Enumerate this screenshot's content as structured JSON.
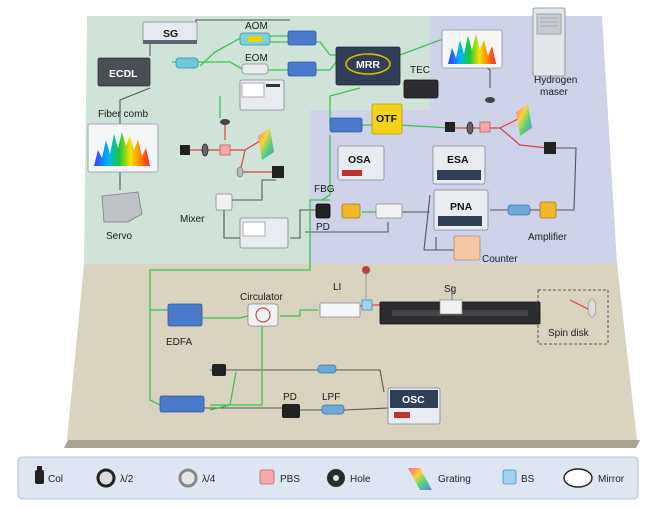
{
  "labels": {
    "sg": "SG",
    "aom": "AOM",
    "ecdl": "ECDL",
    "eom": "EOM",
    "mrr": "MRR",
    "tec": "TEC",
    "hydrogen_maser_1": "Hydrogen",
    "hydrogen_maser_2": "maser",
    "fiber_comb": "Fiber comb",
    "otf": "OTF",
    "osa": "OSA",
    "esa": "ESA",
    "fbg": "FBG",
    "pna": "PNA",
    "servo": "Servo",
    "mixer": "Mixer",
    "pd_top": "PD",
    "amplifier": "Amplifier",
    "counter": "Counter",
    "li": "LI",
    "sg_lower": "Sg",
    "circulator": "Circulator",
    "spin_disk": "Spin disk",
    "edfa": "EDFA",
    "pd_bottom": "PD",
    "lpf": "LPF",
    "osc": "OSC"
  },
  "legend": [
    {
      "icon": "col-icon",
      "label": "Col"
    },
    {
      "icon": "half-wave-plate-icon",
      "label": "λ/2"
    },
    {
      "icon": "quarter-wave-plate-icon",
      "label": "λ/4"
    },
    {
      "icon": "pbs-icon",
      "label": "PBS"
    },
    {
      "icon": "hole-icon",
      "label": "Hole"
    },
    {
      "icon": "grating-icon",
      "label": "Grating"
    },
    {
      "icon": "bs-icon",
      "label": "BS"
    },
    {
      "icon": "mirror-icon",
      "label": "Mirror"
    }
  ],
  "colors": {
    "upper_left_region": "#cfe3d8",
    "upper_right_region": "#cfd3ea",
    "lower_region": "#d9d3bf",
    "fiber_green": "#35c84a",
    "beam_red": "#e04040",
    "cable_gray": "#555555",
    "legend_bg": "#dde6f2"
  }
}
